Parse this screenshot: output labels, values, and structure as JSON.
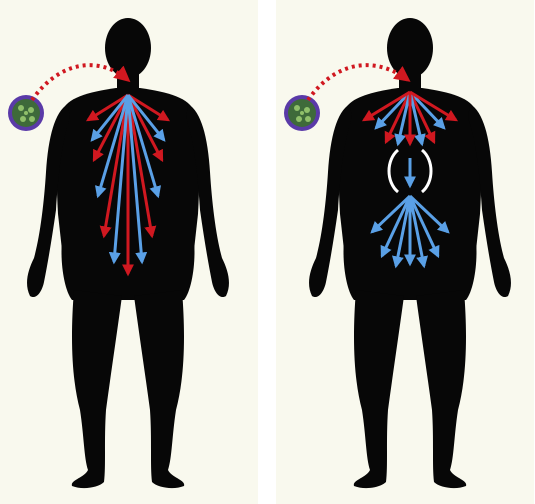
{
  "colors": {
    "background": "#f9f9ee",
    "silhouette": "#070707",
    "red_arrow": "#d01820",
    "blue_arrow": "#5aa0e6",
    "spread_path": "#d01820",
    "virus_body": "#3e6a3a",
    "virus_spikes": "#5a3aa8",
    "barrier": "#ffffff"
  },
  "panels": [
    {
      "id": "left",
      "figure": "silhouette",
      "virus_icon": "virus-icon",
      "arrow_spread": "unrestricted"
    },
    {
      "id": "right",
      "figure": "silhouette",
      "virus_icon": "virus-icon",
      "arrow_spread": "restricted",
      "barrier_icon": "barrier-icon"
    }
  ]
}
